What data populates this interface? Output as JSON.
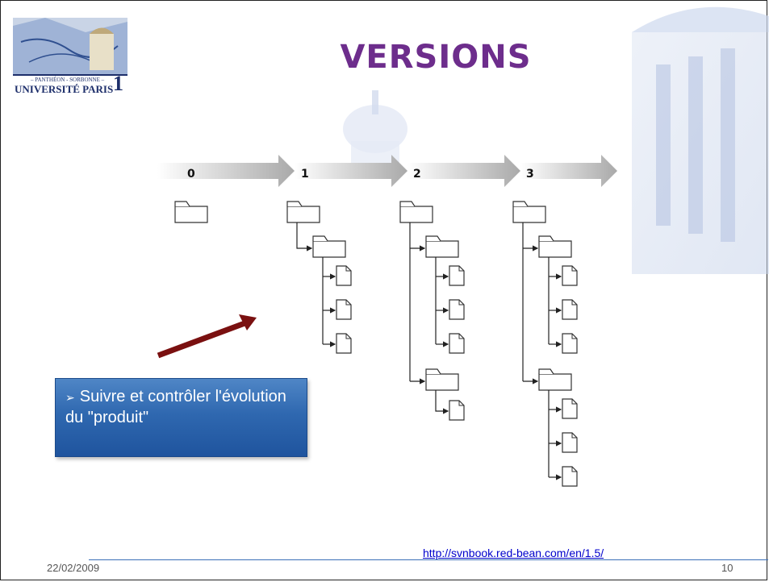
{
  "slide": {
    "title": "VERSIONS",
    "logo_text": {
      "line1": "– PANTHÉON - SORBONNE –",
      "line2": "UNIVERSITÉ PARIS",
      "number": "1"
    },
    "versions": [
      "0",
      "1",
      "2",
      "3"
    ],
    "callout": {
      "bullet": "➢",
      "text": "Suivre et contrôler l'évolution du \"produit\""
    },
    "footer": {
      "date": "22/02/2009",
      "link": "http://svnbook.red-bean.com/en/1.5/",
      "page_number": "10"
    }
  },
  "colors": {
    "title": "#6d2d8c",
    "callout": "#2f68b0",
    "arrow": "#7a1010",
    "footer_line": "#3a6fb7"
  }
}
